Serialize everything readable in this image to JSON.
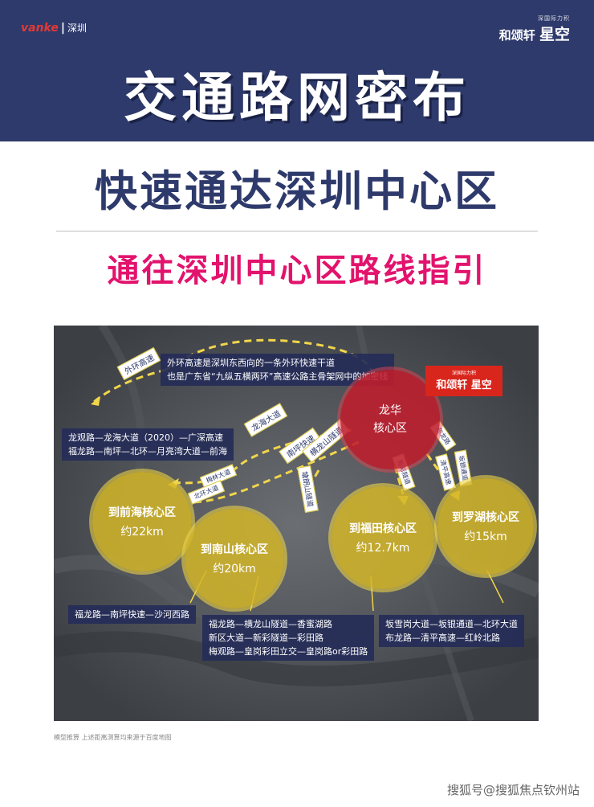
{
  "header": {
    "brand": "vanke",
    "brand_city": "深圳",
    "logo_small": "深国际力积",
    "logo_main": "和颂轩",
    "logo_accent": "星空"
  },
  "titles": {
    "main": "交通路网密布",
    "sub": "快速通达深圳中心区",
    "guide": "通往深圳中心区路线指引"
  },
  "map": {
    "notes": {
      "outer_ring_1": "外环高速是深圳东西向的一条外环快速干道",
      "outer_ring_2": "也是广东省“九纵五横两环”高速公路主骨架网中的加密线",
      "qianhai_route_1": "龙观路—龙海大道（2020）—广深高速",
      "qianhai_route_2": "福龙路—南坪—北环—月亮湾大道—前海",
      "nanshan_route": "福龙路—南坪快速—沙河西路",
      "futian_route_1": "福龙路—横龙山隧道—香蜜湖路",
      "futian_route_2": "新区大道—新彩隧道—彩田路",
      "futian_route_3": "梅观路—皇岗彩田立交—皇岗路or彩田路",
      "luohu_route_1": "坂雪岗大道—坂银通道—北环大道",
      "luohu_route_2": "布龙路—清平高速—红岭北路"
    },
    "roads": {
      "outer_ring": "外环高速",
      "longhai": "龙海大道",
      "nanping": "南坪快速",
      "henglongshan": "横龙山隧道",
      "meilin": "梅林大道",
      "beihuan": "北环大道",
      "tanglang": "塘朗山隧道",
      "xincai": "新彩隧道",
      "bulong": "布龙路",
      "qingping": "清平高速",
      "banyin": "坂银通道"
    },
    "longhua": {
      "name": "龙华",
      "label": "核心区"
    },
    "badge": {
      "small": "深国际力积",
      "main": "和颂轩 星空"
    },
    "circles": {
      "qianhai": {
        "name": "到前海核心区",
        "dist": "约22km"
      },
      "nanshan": {
        "name": "到南山核心区",
        "dist": "约20km"
      },
      "futian": {
        "name": "到福田核心区",
        "dist": "约12.7km"
      },
      "luohu": {
        "name": "到罗湖核心区",
        "dist": "约15km"
      }
    }
  },
  "caption": "模型推算 上述距离测算均来源于百度地图",
  "watermark": "搜狐号@搜狐焦点钦州站"
}
